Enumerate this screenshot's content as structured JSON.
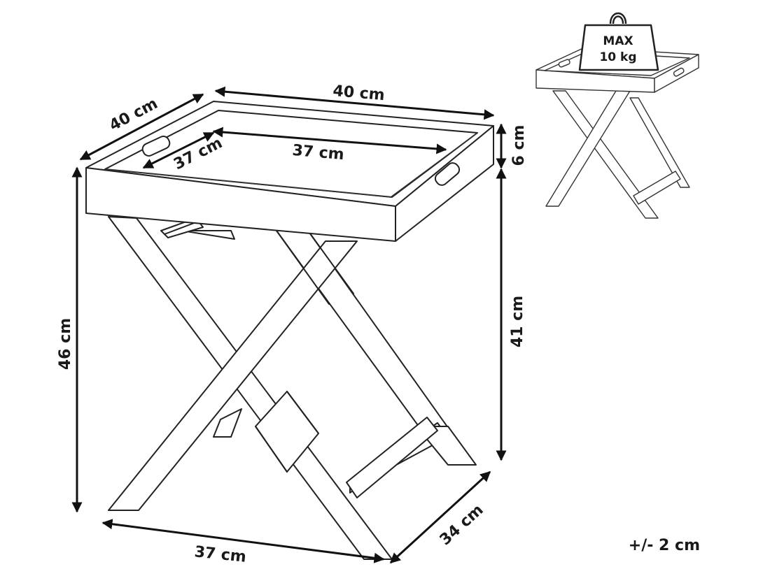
{
  "dimensions": {
    "outer_width": "40 cm",
    "outer_depth": "40 cm",
    "inner_width": "37 cm",
    "inner_depth": "37 cm",
    "tray_height": "6 cm",
    "total_height": "46 cm",
    "leg_height": "41 cm",
    "base_width": "37 cm",
    "base_depth": "34 cm"
  },
  "weight": {
    "line1": "MAX",
    "line2": "10 kg"
  },
  "tolerance": "+/- 2 cm",
  "colors": {
    "line": "#222222",
    "background": "#ffffff"
  }
}
